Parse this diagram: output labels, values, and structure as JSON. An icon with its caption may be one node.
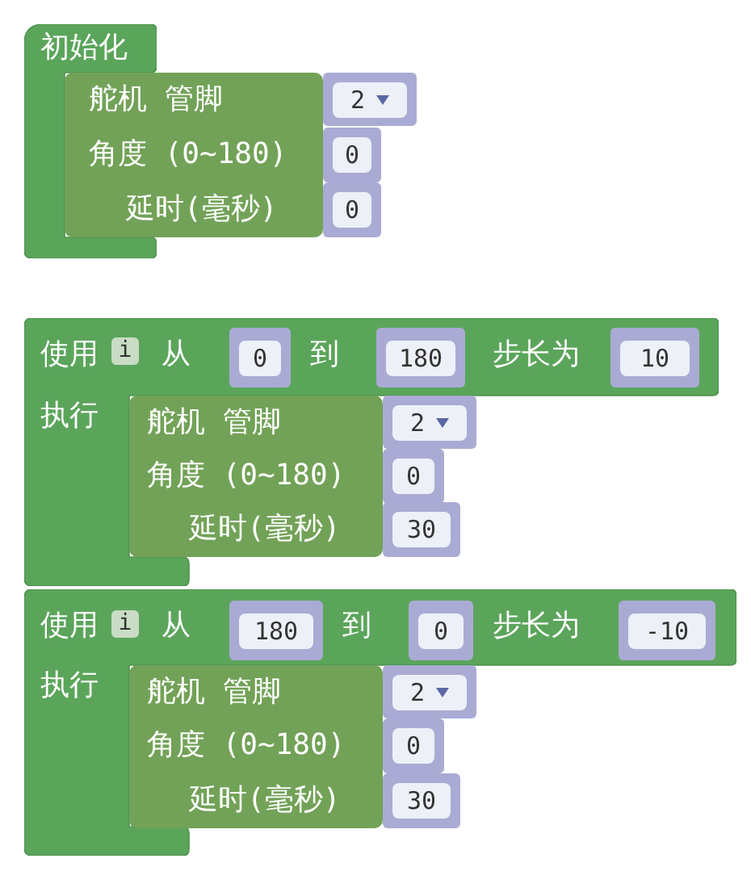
{
  "diagram": {
    "nodes": [
      {
        "text": [
          "初始化"
        ]
      },
      {
        "text": [
          "舵机 管脚",
          "角度 (0~180)",
          "延时(毫秒)"
        ]
      },
      {
        "text": [
          "2"
        ]
      },
      {
        "text": [
          "0"
        ]
      },
      {
        "text": [
          "0"
        ]
      },
      {
        "text": [
          "使用",
          "从",
          "到",
          "步长为",
          "执行"
        ]
      },
      {
        "text": [
          "i"
        ],
        "in": 5
      },
      {
        "text": [
          "0"
        ],
        "in": 5
      },
      {
        "text": [
          "180"
        ],
        "in": 5
      },
      {
        "text": [
          "10"
        ],
        "in": 5
      },
      {
        "text": [
          "舵机 管脚",
          "角度 (0~180)",
          "延时(毫秒)"
        ],
        "in": 5
      },
      {
        "text": [
          "2"
        ],
        "in": 5
      },
      {
        "text": [
          "0"
        ],
        "in": 5
      },
      {
        "text": [
          "30"
        ],
        "in": 5
      },
      {
        "text": [
          "使用",
          "从",
          "到",
          "步长为",
          "执行"
        ]
      },
      {
        "text": [
          "i"
        ],
        "in": 14
      },
      {
        "text": [
          "180"
        ],
        "in": 14
      },
      {
        "text": [
          "0"
        ],
        "in": 14
      },
      {
        "text": [
          "-10"
        ],
        "in": 14
      },
      {
        "text": [
          "舵机 管脚",
          "角度 (0~180)",
          "延时(毫秒)"
        ],
        "in": 14
      },
      {
        "text": [
          "2"
        ],
        "in": 14
      },
      {
        "text": [
          "0"
        ],
        "in": 14
      },
      {
        "text": [
          "30"
        ],
        "in": 14
      }
    ]
  }
}
